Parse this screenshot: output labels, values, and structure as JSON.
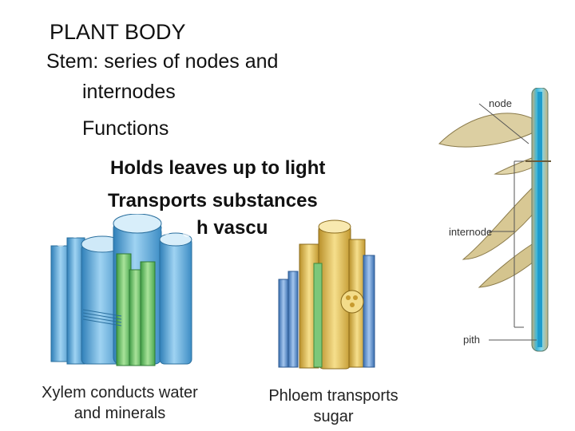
{
  "slide": {
    "title": "PLANT BODY",
    "line_stem_1": "Stem: series of nodes and",
    "line_stem_2": "internodes",
    "line_functions": "Functions",
    "line_holds": "Holds leaves up to light",
    "line_transports": "Transports substances",
    "line_partial": "h vascu"
  },
  "captions": {
    "xylem_1": "Xylem conducts water",
    "xylem_2": "and minerals",
    "phloem_1": "Phloem transports",
    "phloem_2": "sugar"
  },
  "stem_diagram": {
    "label_node": "node",
    "label_internode": "internode",
    "label_pith": "pith"
  },
  "colors": {
    "xylem_blue": "#5aa6d6",
    "xylem_green": "#6cc26a",
    "phloem_yellow": "#e6c45a",
    "stem_cyan": "#4fc3e0",
    "leaf_tan": "#d8c89a"
  }
}
